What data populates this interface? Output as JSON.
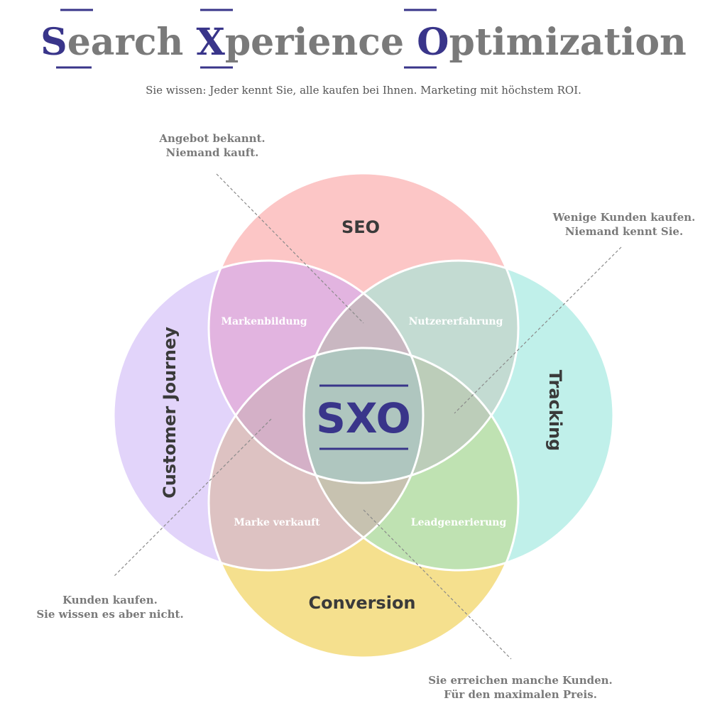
{
  "title": {
    "words": [
      {
        "first": "S",
        "rest": "earch"
      },
      {
        "first": "X",
        "rest": "perience"
      },
      {
        "first": "O",
        "rest": "ptimization"
      }
    ]
  },
  "subtitle": "Sie wissen: Jeder kennt Sie, alle kaufen bei Ihnen. Marketing mit höchstem ROI.",
  "circles": {
    "seo": "SEO",
    "customer_journey": "Customer Journey",
    "tracking": "Tracking",
    "conversion": "Conversion"
  },
  "overlaps": {
    "markenbildung": "Markenbildung",
    "nutzererfahrung": "Nutzererfahrung",
    "marke_verkauft": "Marke verkauft",
    "leadgenerierung": "Leadgenerierung"
  },
  "center": "SXO",
  "callouts": {
    "top_left": [
      "Angebot bekannt.",
      "Niemand kauft."
    ],
    "top_right": [
      "Wenige Kunden kaufen.",
      "Niemand kennt Sie."
    ],
    "bottom_left": [
      "Kunden kaufen.",
      "Sie wissen es aber nicht."
    ],
    "bottom_right": [
      "Sie erreichen manche Kunden.",
      "Für den maximalen Preis."
    ]
  },
  "colors": {
    "accent": "#39358a",
    "title_gray": "#7a7a7a",
    "text_dark": "#3a3a3a",
    "seo": "#fcc6c6",
    "customer_journey": "#e2d4fa",
    "tracking": "#c0f0ea",
    "conversion": "#f5e08e",
    "markenbildung": "#e2b4e0",
    "nutzererfahrung": "#c3dbd2",
    "marke_verkauft": "#ddc2c2",
    "leadgenerierung": "#bfe2b2",
    "cj_tr": "#dfb3ad",
    "seo_co": "#bcc8cc",
    "tr_co": "#c4d4a0",
    "center": "#afc6bf"
  }
}
